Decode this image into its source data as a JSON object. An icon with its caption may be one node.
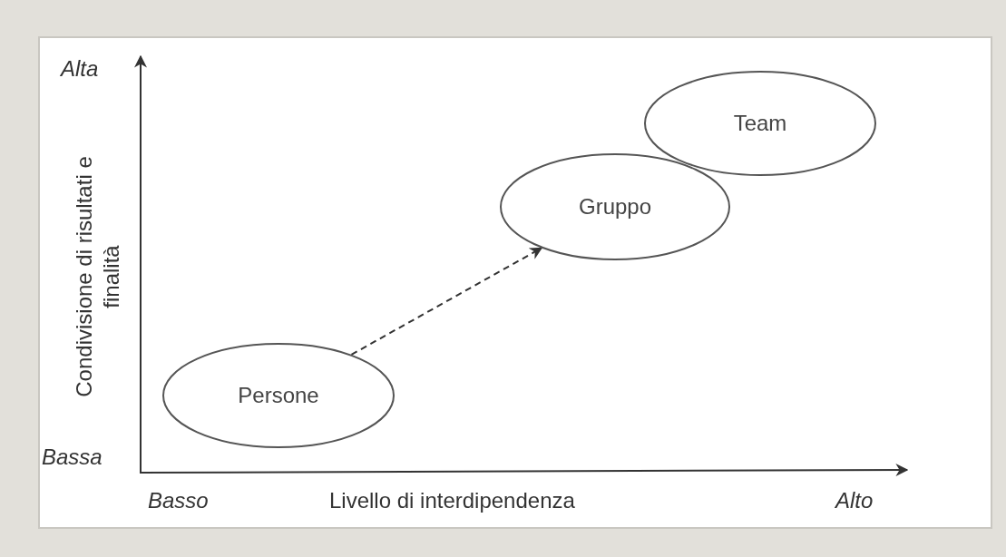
{
  "diagram": {
    "nodes": [
      {
        "text": [
          "Persone"
        ]
      },
      {
        "text": [
          "Gruppo"
        ]
      },
      {
        "text": [
          "Team"
        ]
      }
    ],
    "edges": [
      {
        "from": 0,
        "to": 1,
        "arrow": "to",
        "style": "dashed"
      }
    ],
    "labels": [
      "Alta",
      "Condivisione di risultati e finalità",
      "Bassa",
      "Basso",
      "Livello di interdipendenza",
      "Alto"
    ]
  }
}
